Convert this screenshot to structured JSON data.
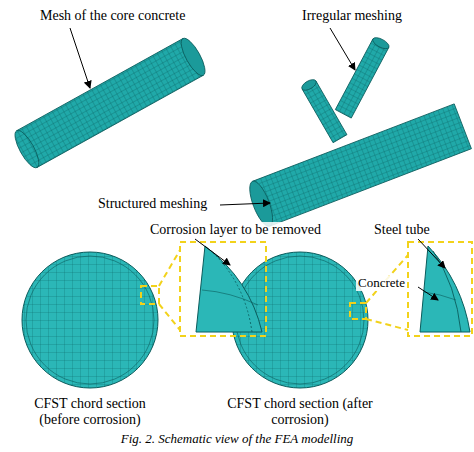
{
  "diagram": {
    "caption": "Fig. 2. Schematic view of the FEA modelling",
    "labels": [
      "Mesh of the core concrete",
      "Irregular meshing",
      "Structured meshing",
      "Corrosion layer to be removed",
      "Steel tube",
      "Concrete",
      "CFST chord section (before corrosion)",
      "CFST chord section (after corrosion)"
    ]
  }
}
